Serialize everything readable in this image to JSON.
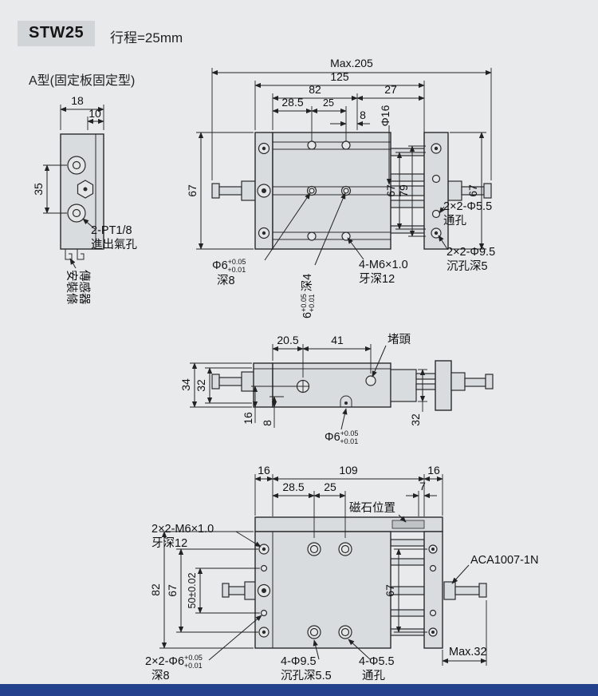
{
  "header": {
    "model": "STW25",
    "stroke_label": "行程=25mm",
    "type_label": "A型(固定板固定型)"
  },
  "end_view": {
    "dim_width": "18",
    "dim_offset": "10",
    "dim_pitch": "35",
    "port_label": "2-PT1/8",
    "port_sub": "進出氣孔",
    "sensor_line1": "傳感器",
    "sensor_line2": "安裝條"
  },
  "top_view": {
    "dim_overall": "Max.205",
    "dim_length": "125",
    "dim_82": "82",
    "dim_27": "27",
    "dim_28_5": "28.5",
    "dim_25": "25",
    "dim_8": "8",
    "rod_dia": "Φ16",
    "dim_67_left": "67",
    "dim_67_inner": "67",
    "dim_79": "79",
    "dim_67_right": "67",
    "hole55": "2×2-Φ5.5",
    "hole55_sub": "通孔",
    "hole95": "2×2-Φ9.5",
    "hole95_sub": "沉孔深5",
    "dowel": "Φ6",
    "dowel_tol_up": "+0.05",
    "dowel_tol_dn": "+0.01",
    "dowel_depth": "深8",
    "slot": "6",
    "slot_tol_up": "+0.05",
    "slot_tol_dn": "+0.01",
    "slot_depth": "深4",
    "thread": "4-M6×1.0",
    "thread_sub": "牙深12"
  },
  "front_view": {
    "dim_20_5": "20.5",
    "dim_41": "41",
    "plug_label": "堵頭",
    "dim_34": "34",
    "dim_32_left": "32",
    "dim_16": "16",
    "dim_8": "8",
    "hole": "Φ6",
    "hole_tol_up": "+0.05",
    "hole_tol_dn": "+0.01",
    "dim_32_right": "32"
  },
  "bottom_view": {
    "dim_16_left": "16",
    "dim_109": "109",
    "dim_16_right": "16",
    "dim_28_5": "28.5",
    "dim_25": "25",
    "dim_7": "7",
    "magnet_label": "磁石位置",
    "thread": "2×2-M6×1.0",
    "thread_sub": "牙深12",
    "sensor_model": "ACA1007-1N",
    "dim_82": "82",
    "dim_67_left": "67",
    "dim_50": "50±0.02",
    "dim_67_right": "67",
    "dim_max32": "Max.32",
    "dowel": "2×2-Φ6",
    "dowel_tol_up": "+0.05",
    "dowel_tol_dn": "+0.01",
    "dowel_depth": "深8",
    "hole95": "4-Φ9.5",
    "hole95_sub": "沉孔深5.5",
    "hole55": "4-Φ5.5",
    "hole55_sub": "通孔"
  }
}
